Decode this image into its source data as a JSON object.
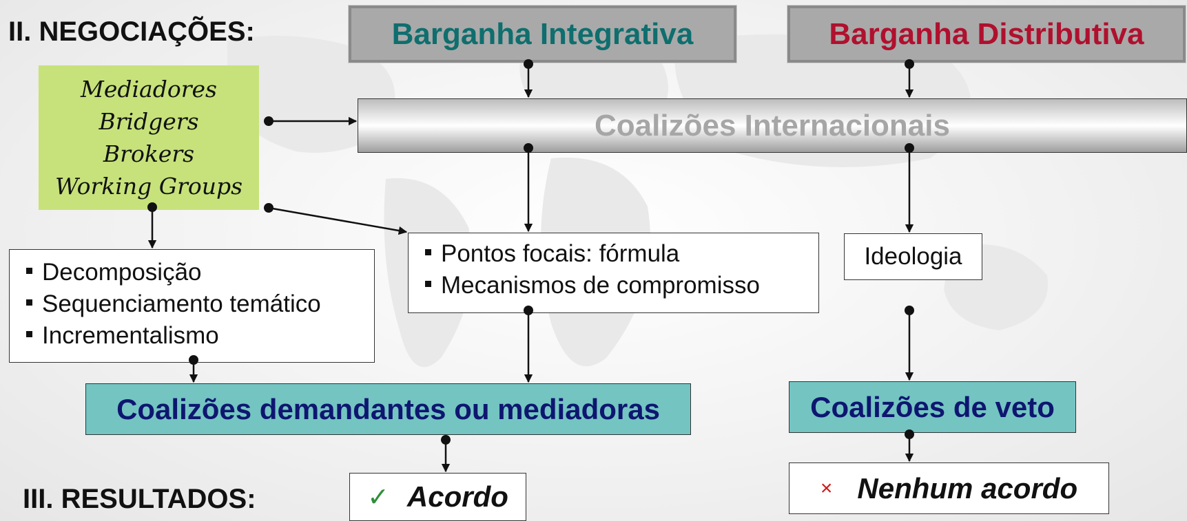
{
  "headings": {
    "negociacoes": "II. NEGOCIAÇÕES:",
    "resultados": "III. RESULTADOS:"
  },
  "bargaining": {
    "integrativa": "Barganha Integrativa",
    "distributiva": "Barganha Distributiva"
  },
  "coalizoes_internacionais": "Coalizões Internacionais",
  "actors": [
    "Mediadores",
    "Bridgers",
    "Brokers",
    "Working Groups"
  ],
  "techniques": [
    "Decomposição",
    "Sequenciamento temático",
    "Incrementalismo"
  ],
  "focal_points": [
    "Pontos focais: fórmula",
    "Mecanismos de compromisso"
  ],
  "ideologia": "Ideologia",
  "coalitions": {
    "demandantes": "Coalizões demandantes ou mediadoras",
    "veto": "Coalizões de veto"
  },
  "results": {
    "acordo": "Acordo",
    "acordo_mark": "✓",
    "nenhum": "Nenhum acordo",
    "nenhum_mark": "×"
  },
  "colors": {
    "integrative_text": "#0f6e6e",
    "distributive_text": "#b0102e",
    "actors_fill": "#c7e27a",
    "coalition_fill": "#74c4c2",
    "coalition_text": "#0e1670",
    "check_mark": "#2f8f3a",
    "cross_mark": "#d01818"
  }
}
